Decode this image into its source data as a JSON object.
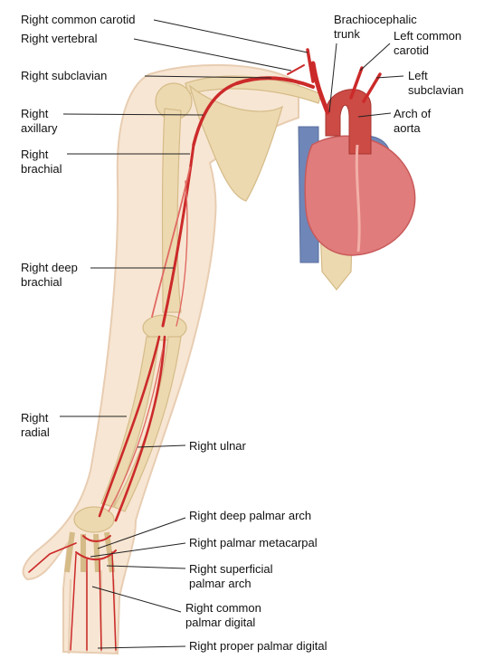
{
  "colors": {
    "artery": "#cc2a2a",
    "artery_light": "#e06a63",
    "vein": "#6f86b8",
    "heart": "#e17c7c",
    "heart_dark": "#c85a5a",
    "bone": "#ecd9b0",
    "skin": "#f7e6d3",
    "skin_edge": "#e8cdb2",
    "leader": "#222222"
  },
  "labels": {
    "right_common_carotid": "Right common carotid",
    "right_vertebral": "Right vertebral",
    "right_subclavian": "Right subclavian",
    "right_axillary": [
      "Right",
      "axillary"
    ],
    "right_brachial": [
      "Right",
      "brachial"
    ],
    "right_deep_brachial": [
      "Right deep",
      "brachial"
    ],
    "right_radial": [
      "Right",
      "radial"
    ],
    "brachiocephalic_trunk": [
      "Brachiocephalic",
      "trunk"
    ],
    "left_common_carotid": [
      "Left common",
      "carotid"
    ],
    "left_subclavian": [
      "Left",
      "subclavian"
    ],
    "arch_of_aorta": [
      "Arch of",
      "aorta"
    ],
    "right_ulnar": "Right ulnar",
    "right_deep_palmar_arch": "Right deep palmar arch",
    "right_palmar_metacarpal": "Right palmar metacarpal",
    "right_superficial_palmar_arch": [
      "Right superficial",
      "palmar arch"
    ],
    "right_common_palmar_digital": [
      "Right common",
      "palmar digital"
    ],
    "right_proper_palmar_digital": "Right proper palmar digital"
  }
}
